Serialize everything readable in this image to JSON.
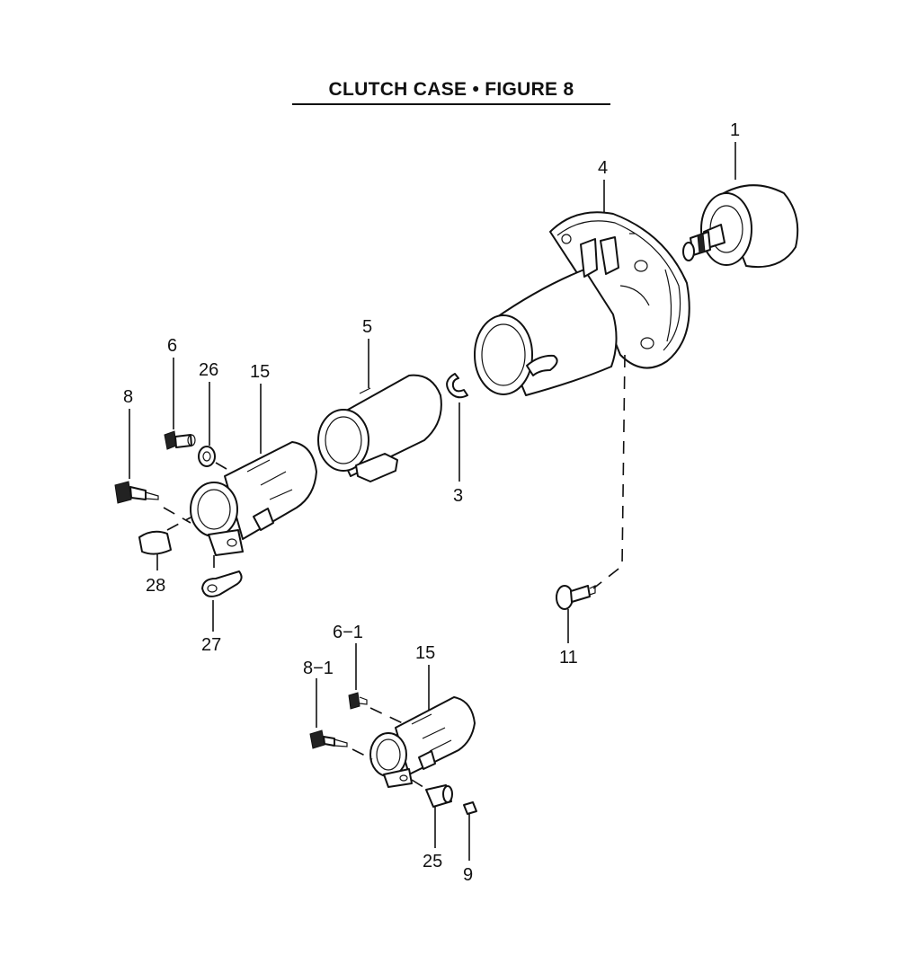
{
  "title": "CLUTCH CASE  •  FIGURE 8",
  "part_labels": {
    "p1": "1",
    "p4": "4",
    "p5": "5",
    "p3": "3",
    "p6": "6",
    "p26": "26",
    "p15a": "15",
    "p8": "8",
    "p28": "28",
    "p27": "27",
    "p11": "11",
    "p6_1": "6−1",
    "p15b": "15",
    "p8_1": "8−1",
    "p25": "25",
    "p9": "9"
  }
}
